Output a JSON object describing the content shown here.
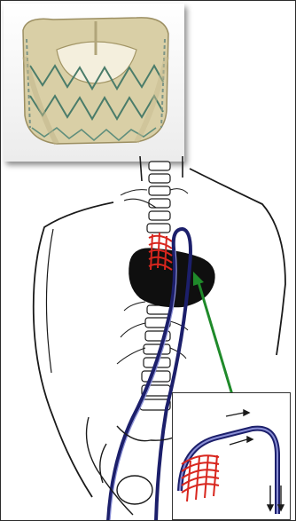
{
  "figure": {
    "panels": [
      "valve-photo",
      "body-outline",
      "catheter-path-inset"
    ],
    "colors": {
      "body_outline": "#1a1a1a",
      "delivery_catheter": "#1c1f6b",
      "catheter_highlight": "#8a8fd6",
      "valve_crimped": "#d8261e",
      "heart_fill": "#0f0f0f",
      "pointer_arrow": "#1f8a2a",
      "valve_frame": "#e6dcb6",
      "valve_struts": "#4a7c6a"
    },
    "icons": [
      "valve-photo-icon",
      "green-arrow-icon",
      "flow-arrow-icon"
    ]
  }
}
